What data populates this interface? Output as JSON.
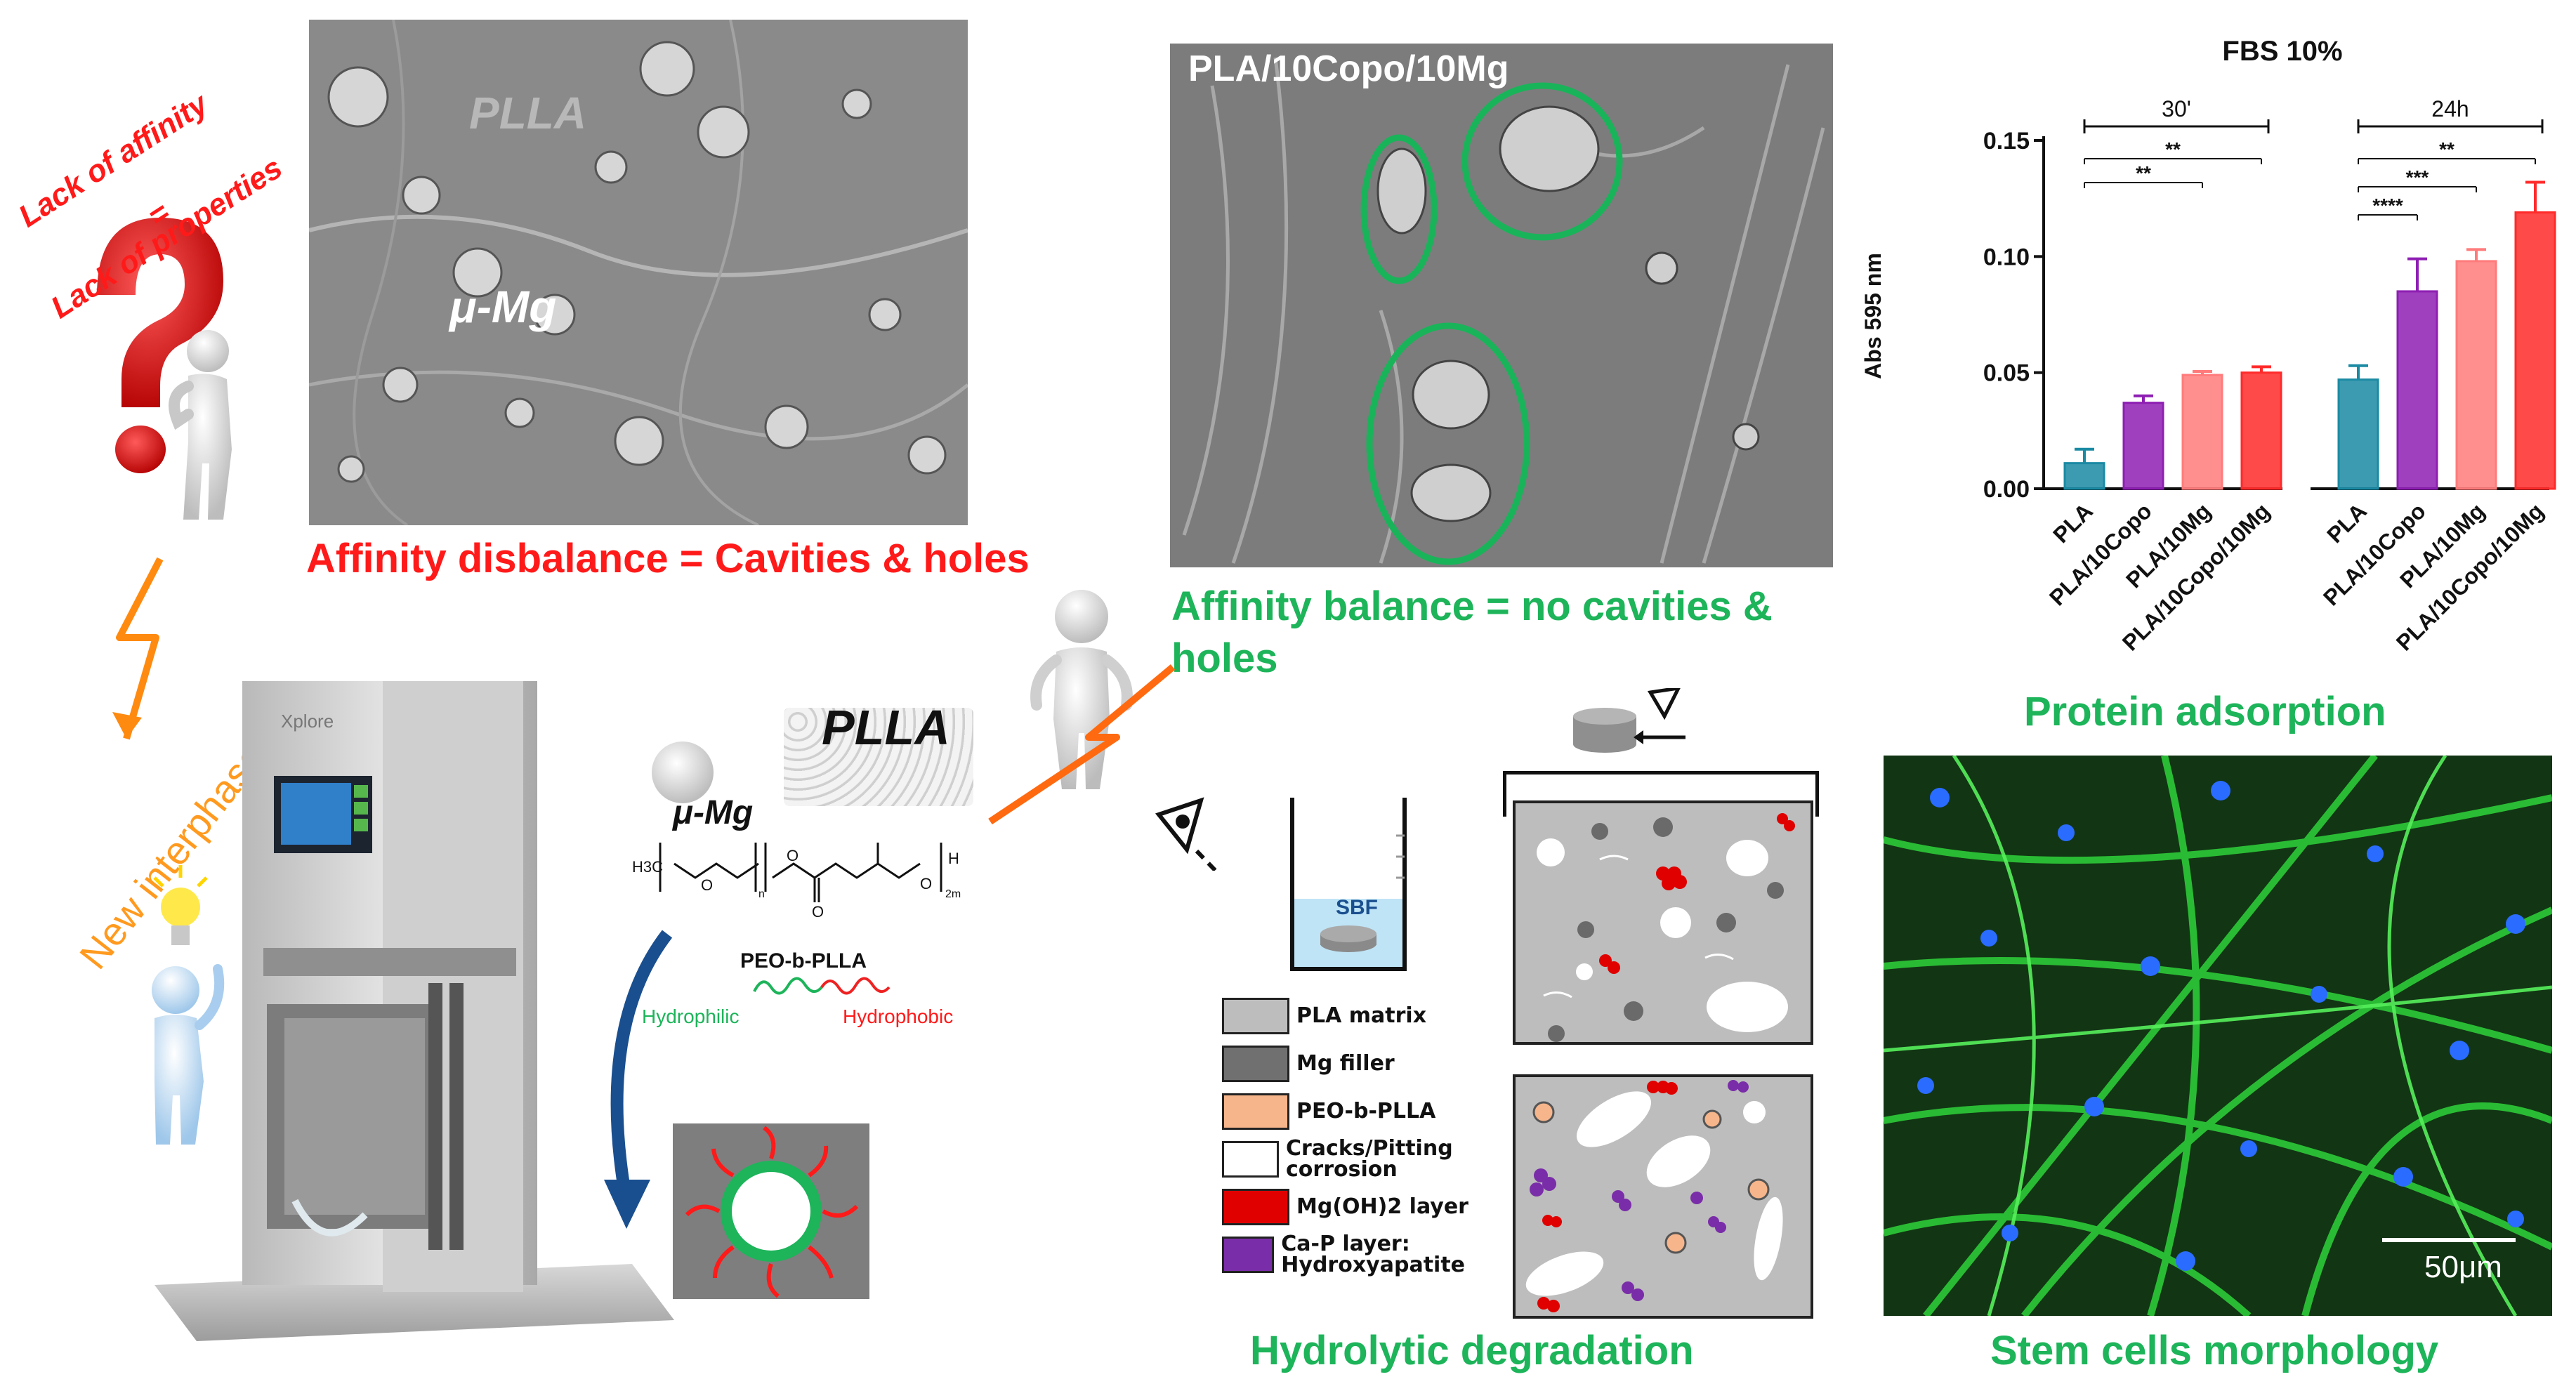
{
  "top_left": {
    "question_line1": "Lack of affinity",
    "question_eq": "=",
    "question_line2": "Lack of properties"
  },
  "sem1": {
    "matrix_label": "PLLA",
    "filler_label": "μ-Mg",
    "caption": "Affinity disbalance = Cavities & holes"
  },
  "sem2": {
    "title": "PLA/10Copo/10Mg",
    "caption_line1": "Affinity balance = no cavities &",
    "caption_line2": "holes"
  },
  "left_side": {
    "new_interphase": "New interphase",
    "machine_brand": "Xplore"
  },
  "materials": {
    "pla_pellets": "PLLA",
    "mg_label": "μ-Mg",
    "polymer_name": "PEO-b-PLLA",
    "hydrophilic": "Hydrophilic",
    "hydrophobic": "Hydrophobic",
    "formula_h3c": "H3C",
    "formula_n": "n",
    "formula_2m": "2m",
    "formula_h": "H",
    "formula_o": "O"
  },
  "degradation": {
    "beaker_label": "SBF",
    "caption": "Hydrolytic degradation",
    "legend": [
      {
        "label": "PLA matrix",
        "color": "#bdbdbd"
      },
      {
        "label": "Mg filler",
        "color": "#707070"
      },
      {
        "label": "PEO-b-PLLA",
        "color": "#f7b58b"
      },
      {
        "label": "Cracks/Pitting corrosion",
        "color": "#ffffff"
      },
      {
        "label": "Mg(OH)2 layer",
        "color": "#e00000"
      },
      {
        "label": "Ca-P layer: Hydroxyapatite",
        "color": "#7a2da8"
      }
    ]
  },
  "chart_data": {
    "type": "bar",
    "title": "FBS 10%",
    "ylabel": "Abs 595 nm",
    "ylim": [
      0,
      0.15
    ],
    "yticks": [
      "0.00",
      "0.05",
      "0.10",
      "0.15"
    ],
    "groups": [
      {
        "name": "30'",
        "categories": [
          "PLA",
          "PLA/10Copo",
          "PLA/10Mg",
          "PLA/10Copo/10Mg"
        ],
        "values": [
          0.011,
          0.037,
          0.049,
          0.05
        ],
        "errors": [
          0.006,
          0.003,
          0.0015,
          0.0025
        ],
        "significance": [
          "**",
          "**"
        ]
      },
      {
        "name": "24h",
        "categories": [
          "PLA",
          "PLA/10Copo",
          "PLA/10Mg",
          "PLA/10Copo/10Mg"
        ],
        "values": [
          0.047,
          0.085,
          0.098,
          0.119
        ],
        "errors": [
          0.006,
          0.014,
          0.005,
          0.013
        ],
        "significance": [
          "**",
          "***",
          "****"
        ]
      }
    ],
    "colors": [
      "#1b8aa3",
      "#8e1fb3",
      "#ff7b7b",
      "#ff2a2a"
    ],
    "caption": "Protein adsorption"
  },
  "cells": {
    "scale": "50μm",
    "caption": "Stem cells morphology"
  }
}
